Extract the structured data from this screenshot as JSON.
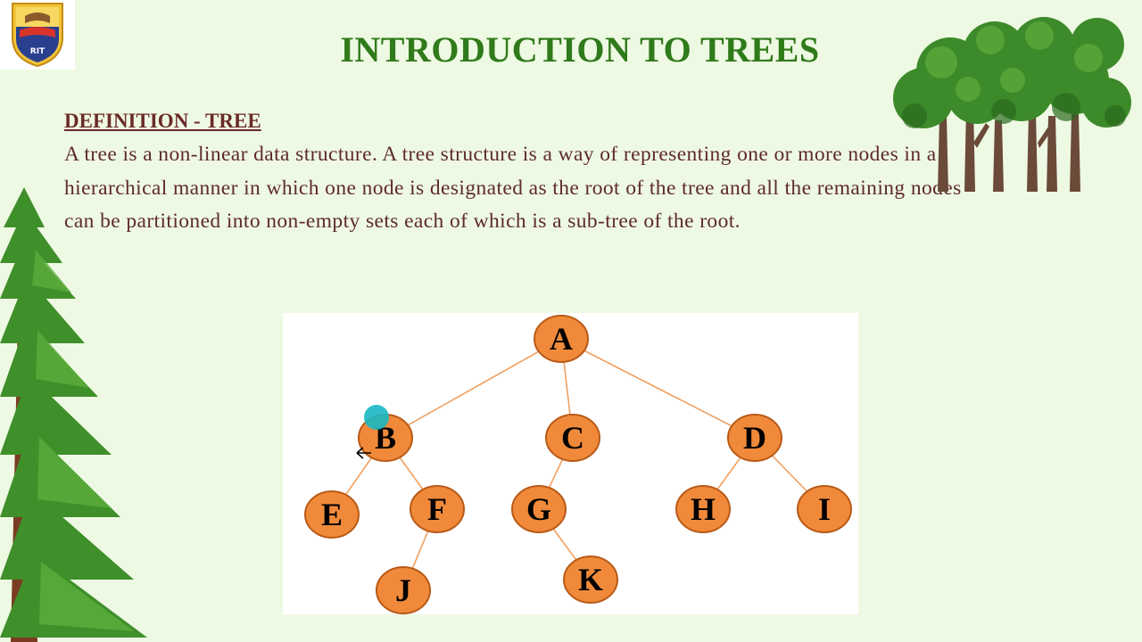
{
  "slide": {
    "title": "INTRODUCTION TO TREES",
    "definition_heading": "DEFINITION - TREE",
    "definition_text": "A tree is a non-linear data structure. A tree structure is a way of representing one or more nodes in a hierarchical manner in which one node is designated as the root of the tree and all the remaining nodes can be partitioned into non-empty sets each of which is a sub-tree of the root."
  },
  "logo": {
    "text": "RIT",
    "icon": "college-crest-logo"
  },
  "diagram": {
    "colors": {
      "node_fill": "#f08a3a",
      "node_stroke": "#b85a17",
      "edge": "#f0a060"
    },
    "nodes": [
      {
        "id": "A",
        "label": "A"
      },
      {
        "id": "B",
        "label": "B"
      },
      {
        "id": "C",
        "label": "C"
      },
      {
        "id": "D",
        "label": "D"
      },
      {
        "id": "E",
        "label": "E"
      },
      {
        "id": "F",
        "label": "F"
      },
      {
        "id": "G",
        "label": "G"
      },
      {
        "id": "H",
        "label": "H"
      },
      {
        "id": "I",
        "label": "I"
      },
      {
        "id": "J",
        "label": "J"
      },
      {
        "id": "K",
        "label": "K"
      }
    ],
    "edges": [
      [
        "A",
        "B"
      ],
      [
        "A",
        "C"
      ],
      [
        "A",
        "D"
      ],
      [
        "B",
        "E"
      ],
      [
        "B",
        "F"
      ],
      [
        "C",
        "G"
      ],
      [
        "D",
        "H"
      ],
      [
        "D",
        "I"
      ],
      [
        "F",
        "J"
      ],
      [
        "G",
        "K"
      ]
    ]
  },
  "decorations": {
    "right_trees_icon": "tree-group-icon",
    "left_tree_icon": "pine-tree-icon",
    "pointer_color": "#1ab8c4"
  }
}
